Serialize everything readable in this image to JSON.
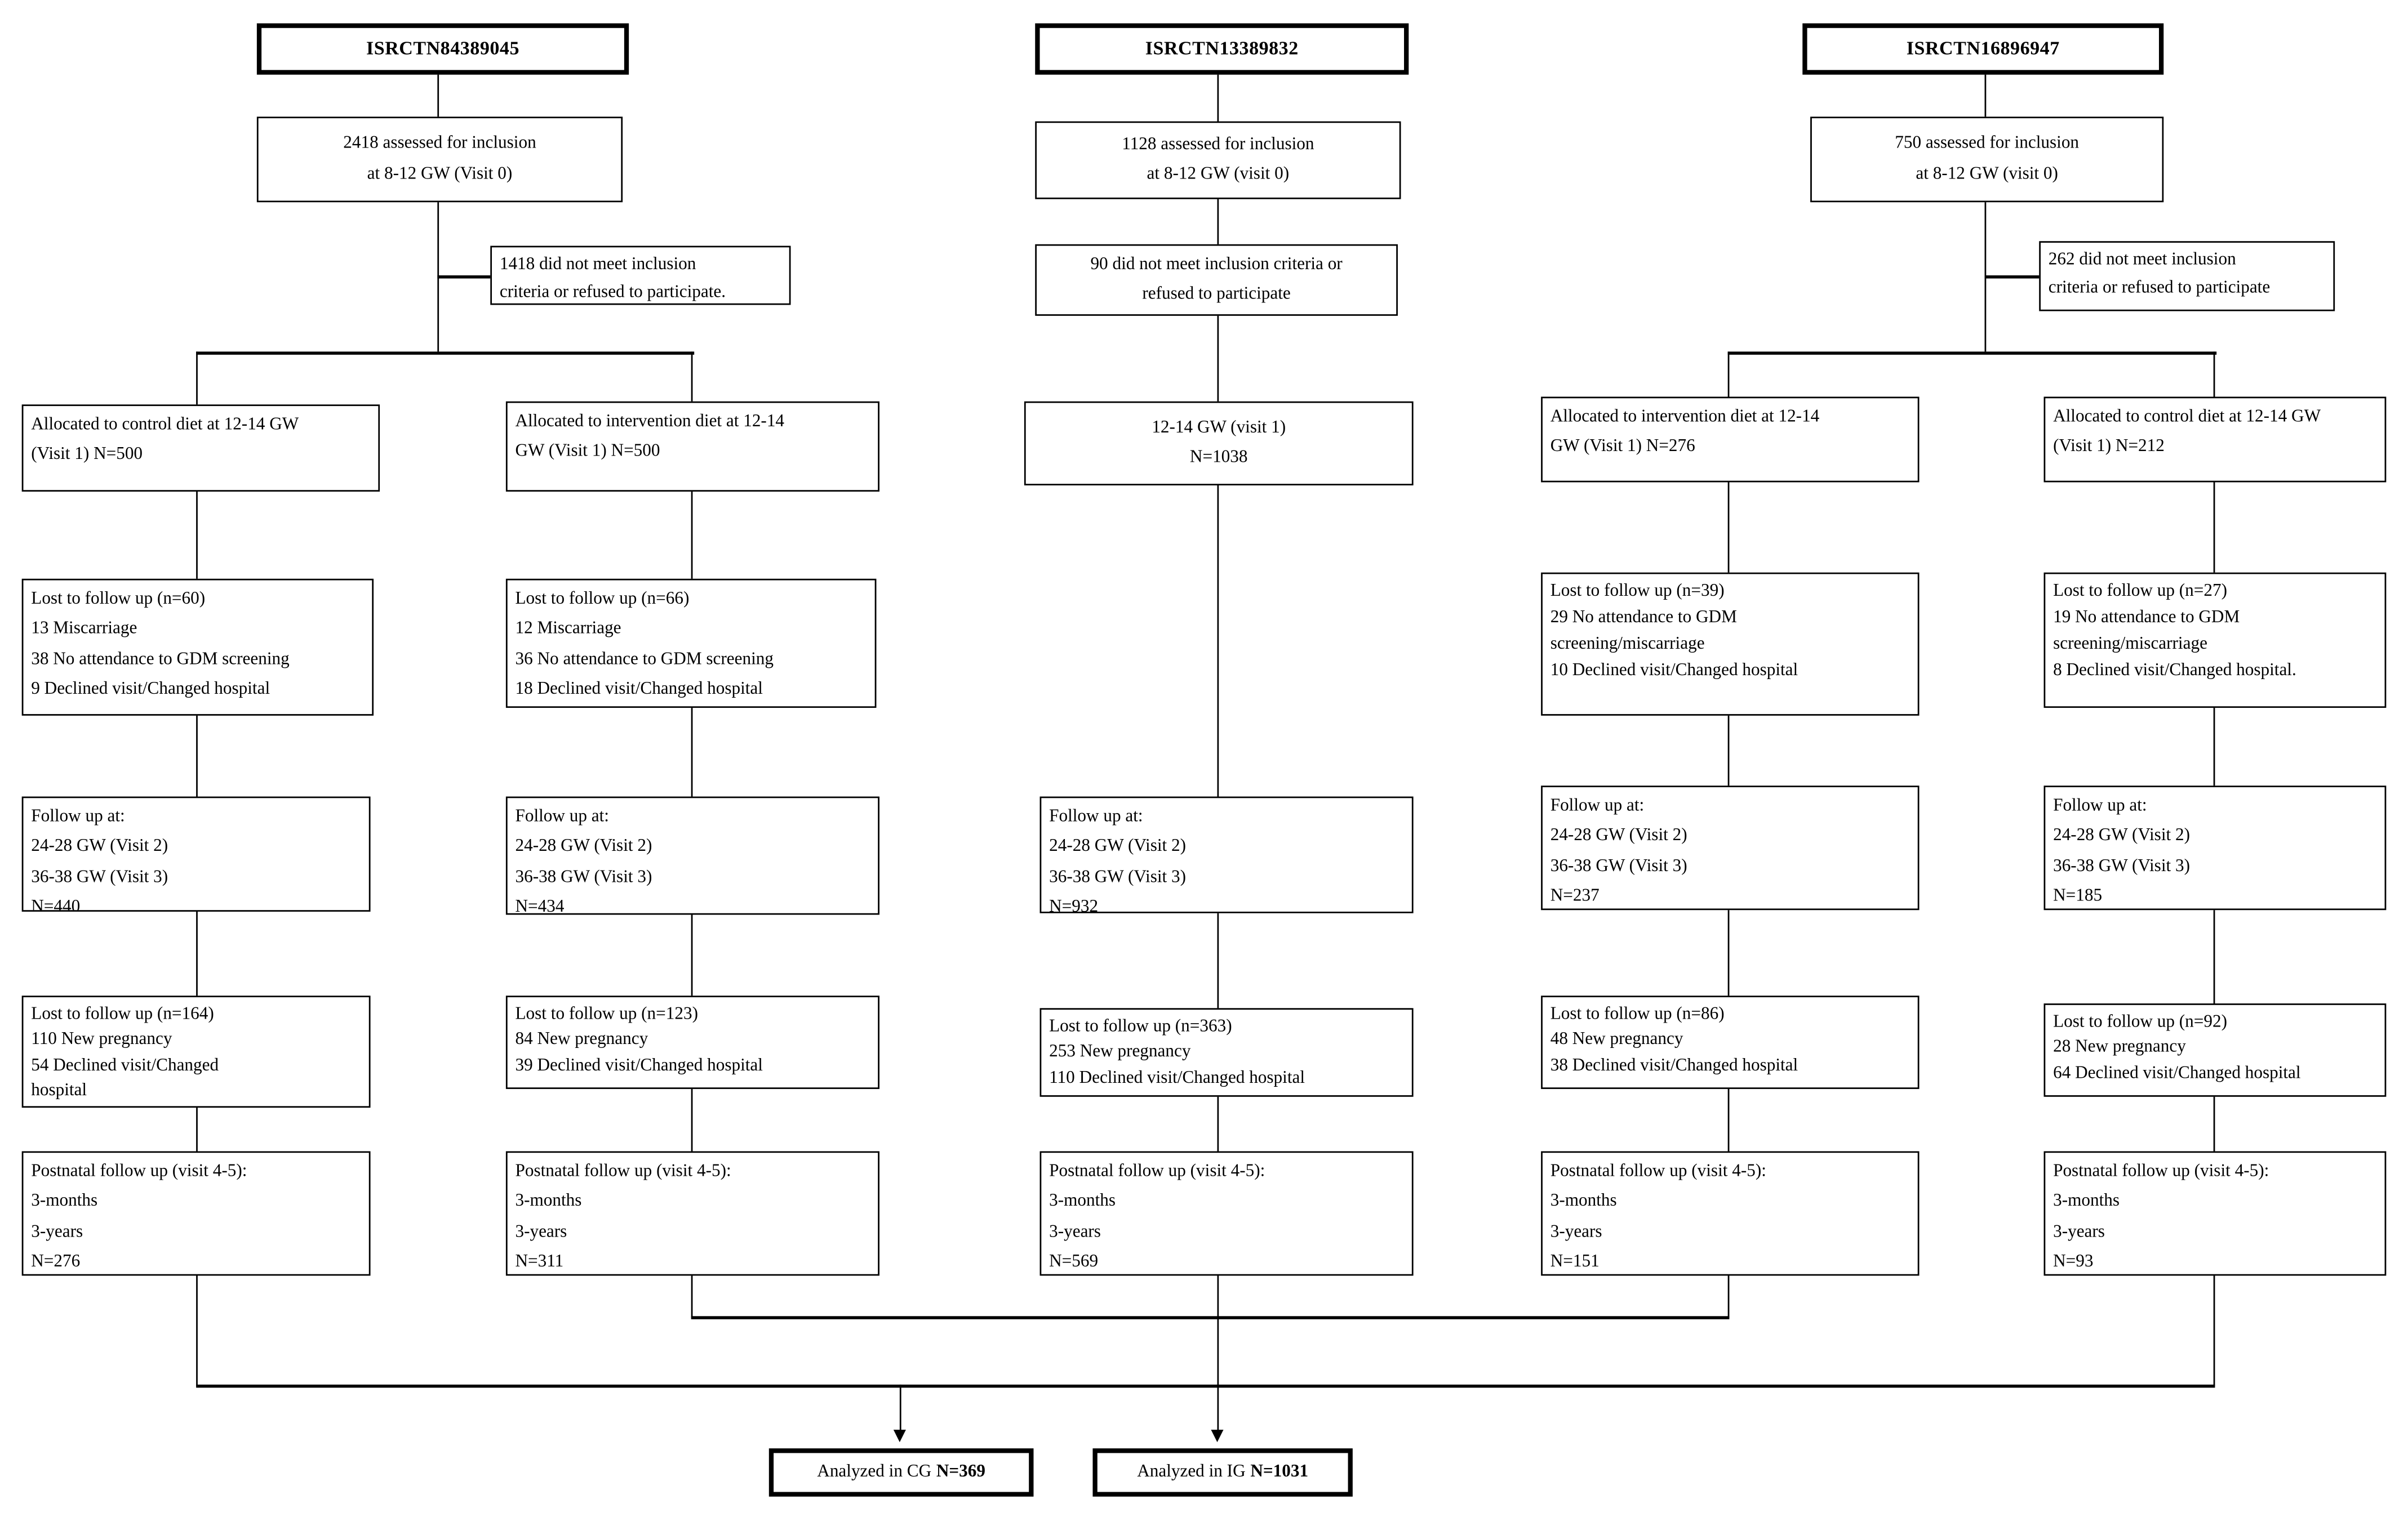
{
  "trials": [
    {
      "id": "ISRCTN84389045",
      "assessed": "2418 assessed for inclusion\nat 8-12 GW (Visit 0)",
      "excluded": "1418 did not meet inclusion\ncriteria or refused to participate.",
      "control": {
        "allocated": "Allocated to control diet at 12-14 GW\n(Visit 1) N=500",
        "lost1": "Lost  to follow up (n=60)\n13 Miscarriage\n38 No attendance to GDM screening\n9 Declined visit/Changed hospital",
        "followup": "Follow up at:\n24-28 GW (Visit 2)\n36-38 GW (Visit 3)\nN=440",
        "lost2": "Lost to follow up (n=164)\n110 New pregnancy\n54 Declined visit/Changed\nhospital",
        "postnatal": "Postnatal follow up (visit 4-5):\n3-months\n3-years\nN=276"
      },
      "intervention": {
        "allocated": "Allocated to intervention  diet  at 12-14\nGW (Visit 1) N=500",
        "lost1": "Lost  to follow up (n=66)\n12 Miscarriage\n36 No attendance to GDM screening\n18 Declined visit/Changed hospital",
        "followup": "Follow up at:\n24-28 GW (Visit 2)\n36-38 GW (Visit 3)\nN=434",
        "lost2": "Lost to follow up (n=123)\n84 New pregnancy\n39 Declined visit/Changed hospital",
        "postnatal": "Postnatal follow up (visit 4-5):\n3-months\n3-years\nN=311"
      }
    },
    {
      "id": "ISRCTN13389832",
      "assessed": "1128 assessed for inclusion\nat 8-12 GW (visit 0)",
      "excluded": "90 did not meet inclusion criteria or\nrefused to participate",
      "cohort": {
        "visit1": "12-14 GW (visit 1)\nN=1038",
        "followup": "Follow up at:\n24-28 GW  (Visit 2)\n36-38 GW (Visit 3)\nN=932",
        "lost2": "Lost to follow up (n=363)\n253 New pregnancy\n110 Declined visit/Changed hospital",
        "postnatal": "Postnatal follow up (visit 4-5):\n3-months\n3-years\nN=569"
      }
    },
    {
      "id": "ISRCTN16896947",
      "assessed": "750 assessed for inclusion\nat 8-12 GW (visit 0)",
      "excluded": "262 did not meet inclusion\ncriteria or refused to participate",
      "intervention": {
        "allocated": "Allocated to intervention diet at 12-14\nGW (Visit 1) N=276",
        "lost1": "Lost to follow up (n=39)\n29 No attendance to GDM\nscreening/miscarriage\n10 Declined visit/Changed hospital",
        "followup": "Follow up at:\n24-28 GW  (Visit 2)\n36-38 GW (Visit 3)\nN=237",
        "lost2": "Lost to follow up (n=86)\n48 New pregnancy\n38 Declined visit/Changed hospital",
        "postnatal": "Postnatal follow up (visit 4-5):\n3-months\n3-years\nN=151"
      },
      "control": {
        "allocated": "Allocated to control diet at 12-14 GW\n(Visit 1) N=212",
        "lost1": "Lost to follow up (n=27)\n19 No attendance to GDM\nscreening/miscarriage\n8 Declined visit/Changed hospital.",
        "followup": "Follow up at:\n24-28 GW  (Visit 2)\n36-38 GW (Visit 3)\nN=185",
        "lost2": "Lost to follow up (n=92)\n28 New pregnancy\n64 Declined visit/Changed hospital",
        "postnatal": "Postnatal follow up (visit 4-5):\n3-months\n3-years\nN=93"
      }
    }
  ],
  "analyzed": {
    "cg_label": "Analyzed in CG",
    "cg_value": "N=369",
    "ig_label": "Analyzed in IG",
    "ig_value": "N=1031"
  }
}
